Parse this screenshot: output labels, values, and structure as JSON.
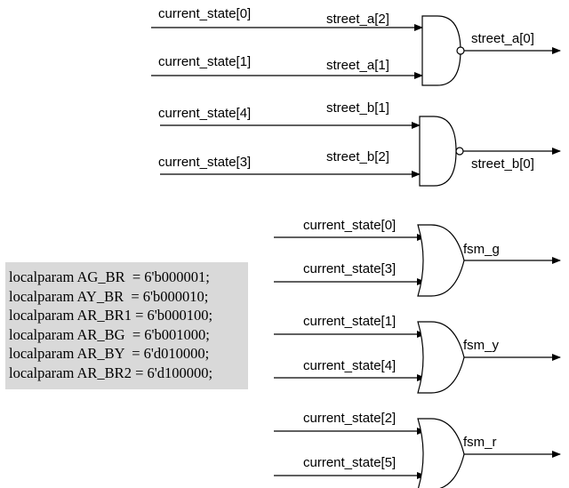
{
  "gates": [
    {
      "type": "nand",
      "inputs": [
        "current_state[0]",
        "current_state[1]"
      ],
      "input_net_labels": [
        "street_a[2]",
        "street_a[1]"
      ],
      "output": "street_a[0]"
    },
    {
      "type": "nand",
      "inputs": [
        "current_state[4]",
        "current_state[3]"
      ],
      "input_net_labels": [
        "street_b[1]",
        "street_b[2]"
      ],
      "output": "street_b[0]"
    },
    {
      "type": "or",
      "inputs": [
        "current_state[0]",
        "current_state[3]"
      ],
      "output": "fsm_g"
    },
    {
      "type": "or",
      "inputs": [
        "current_state[1]",
        "current_state[4]"
      ],
      "output": "fsm_y"
    },
    {
      "type": "or",
      "inputs": [
        "current_state[2]",
        "current_state[5]"
      ],
      "output": "fsm_r"
    }
  ],
  "code_block": {
    "lines": [
      "localparam AG_BR  = 6'b000001;",
      "localparam AY_BR  = 6'b000010;",
      "localparam AR_BR1 = 6'b000100;",
      "localparam AR_BG  = 6'b001000;",
      "localparam AR_BY  = 6'd010000;",
      "localparam AR_BR2 = 6'd100000;"
    ]
  },
  "colors": {
    "line": "#000000",
    "code_background": "#d9d9d9"
  }
}
